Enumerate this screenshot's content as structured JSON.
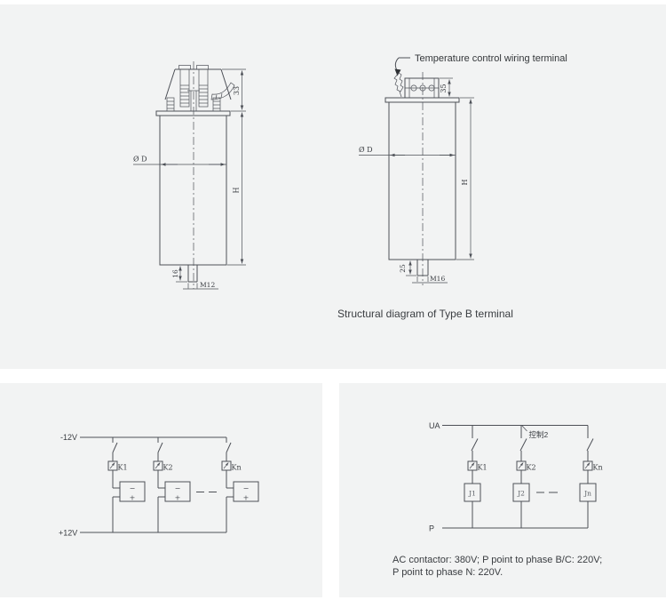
{
  "page": {
    "panel_color": "#f2f3f3",
    "line_color": "#4d5057"
  },
  "top_section": {
    "caption": "Structural diagram of Type B terminal",
    "left_capacitor": {
      "dim_top_height": "33",
      "dim_diameter": "Ø D",
      "dim_height": "H",
      "dim_stud_length": "16",
      "dim_thread": "M12"
    },
    "right_capacitor": {
      "terminal_label": "Temperature control wiring terminal",
      "dim_terminal_height": "35",
      "dim_diameter": "Ø D",
      "dim_height": "H",
      "dim_stud_length": "25",
      "dim_thread": "M16"
    }
  },
  "left_circuit": {
    "rail_top": "-12V",
    "rail_bottom": "+12V",
    "relays": [
      "K1",
      "K2",
      "Kn"
    ],
    "box_minus": "−",
    "box_plus": "+"
  },
  "right_circuit": {
    "rail_top": "UA",
    "rail_bottom": "P",
    "control_label": "控制2",
    "relays": [
      "K1",
      "K2",
      "Kn"
    ],
    "contactors": [
      "J1",
      "J2",
      "Jn"
    ],
    "caption_line1": "AC contactor: 380V; P point to phase B/C: 220V;",
    "caption_line2": "P point to phase N: 220V."
  }
}
